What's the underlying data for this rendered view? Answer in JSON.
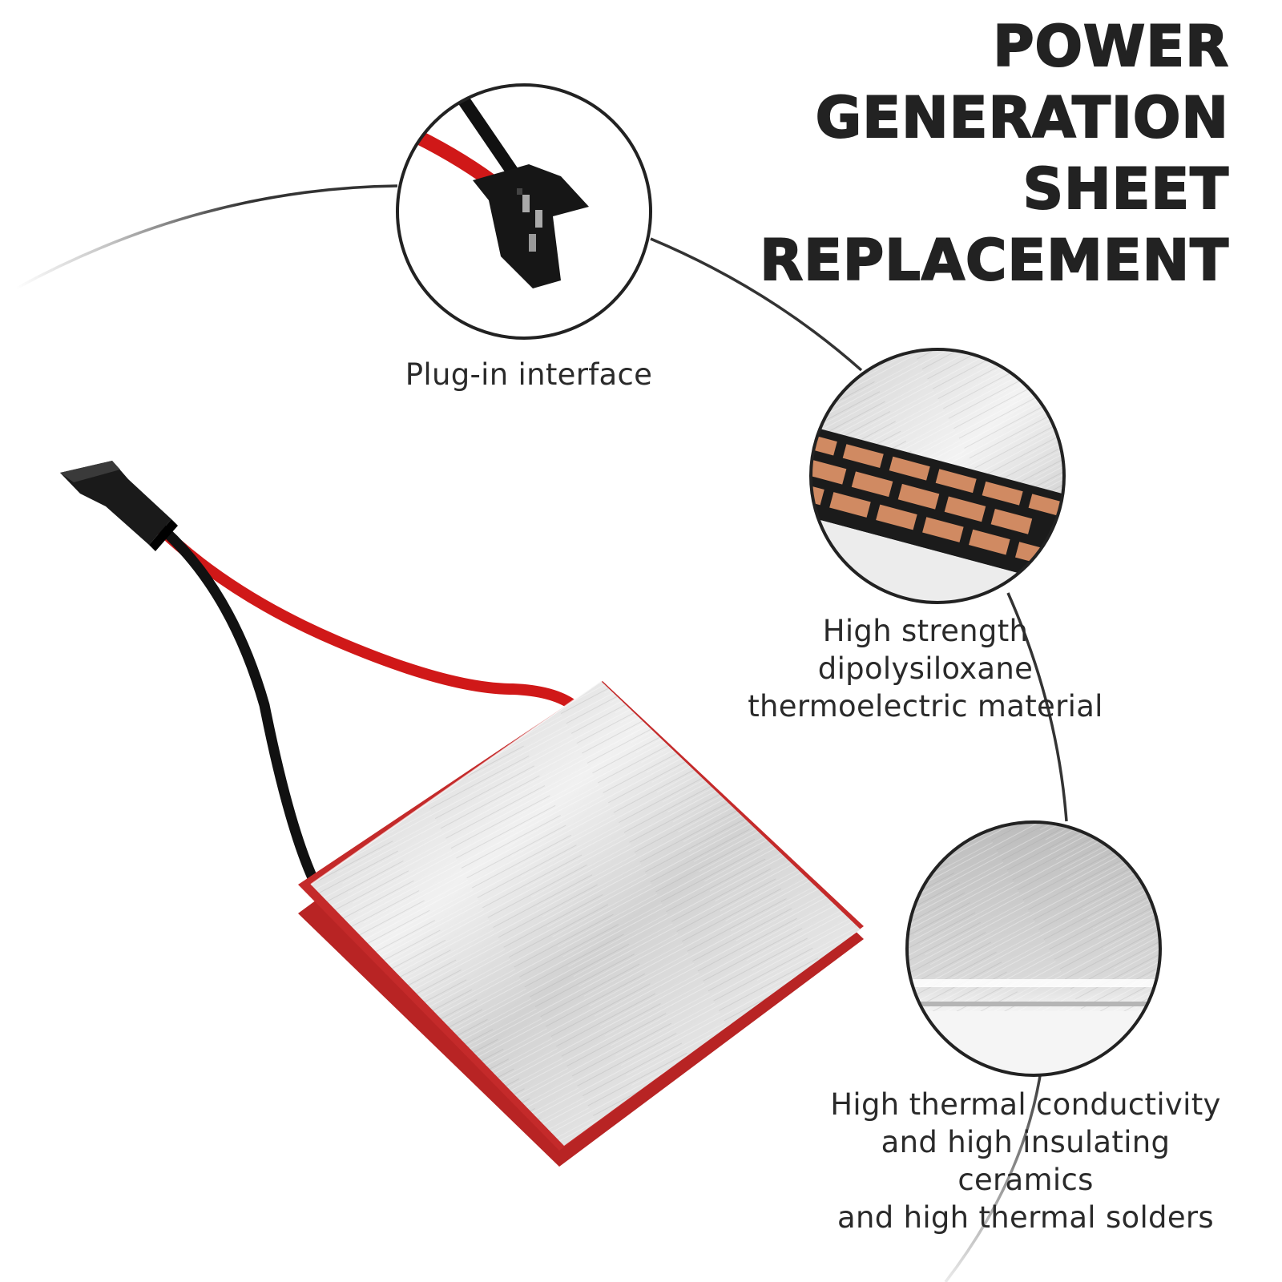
{
  "title": {
    "lines": [
      "POWER",
      "GENERATION",
      "SHEET",
      "REPLACEMENT"
    ]
  },
  "callouts": {
    "plug": {
      "label": "Plug-in interface",
      "icon": "connector-closeup-icon"
    },
    "material": {
      "lines": [
        "High strength",
        "dipolysiloxane",
        "thermoelectric material"
      ],
      "icon": "thermoelectric-layer-closeup-icon"
    },
    "ceramic": {
      "lines": [
        "High thermal conductivity",
        "and high insulating ceramics",
        "and high thermal solders"
      ],
      "icon": "ceramic-edge-closeup-icon"
    }
  },
  "product": {
    "icon": "thermoelectric-module-icon",
    "colors": {
      "plate": "#d6d6d6",
      "sealant": "#c42a2a",
      "wire_red": "#d01818",
      "wire_black": "#111111",
      "connector": "#1a1a1a"
    }
  }
}
